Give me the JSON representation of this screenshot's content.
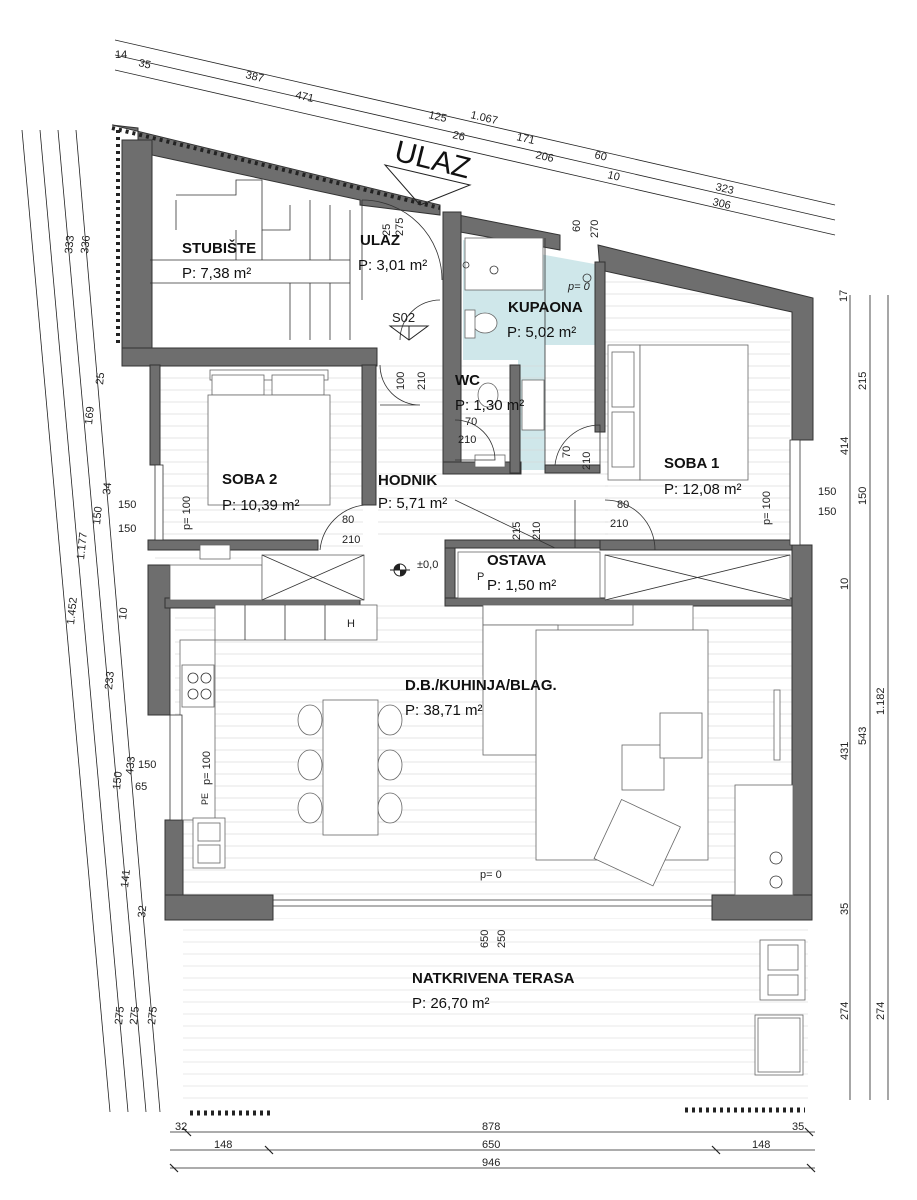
{
  "entrance_label": "ULAZ",
  "section_marker": "S02",
  "level_marker": "±0,0",
  "rooms": {
    "stubiste": {
      "name": "STUBIŠTE",
      "area": "P: 7,38 m²"
    },
    "ulaz": {
      "name": "ULAZ",
      "area": "P: 3,01 m²"
    },
    "kupaona": {
      "name": "KUPAONA",
      "area": "P: 5,02 m²"
    },
    "wc": {
      "name": "WC",
      "area": "P: 1,30 m²"
    },
    "soba2": {
      "name": "SOBA 2",
      "area": "P: 10,39 m²"
    },
    "hodnik": {
      "name": "HODNIK",
      "area": "P: 5,71 m²"
    },
    "soba1": {
      "name": "SOBA 1",
      "area": "P: 12,08 m²"
    },
    "ostava": {
      "name": "OSTAVA",
      "area": "P: 1,50 m²"
    },
    "dnevni": {
      "name": "D.B./KUHINJA/BLAG.",
      "area": "P: 38,71 m²"
    },
    "terasa": {
      "name": "NATKRIVENA TERASA",
      "area": "P: 26,70 m²"
    }
  },
  "top_dims": {
    "row1": [
      "14",
      "1.067"
    ],
    "row2": [
      "35",
      "387",
      "125",
      "26",
      "206",
      "10",
      "306"
    ],
    "row3": [
      "471",
      "171",
      "60",
      "323"
    ],
    "small": [
      "25",
      "275",
      "60",
      "270"
    ]
  },
  "left_dims": {
    "outer": [
      "336",
      "1.452",
      "275"
    ],
    "middle": [
      "333",
      "1.177",
      "275"
    ],
    "inner": [
      "25",
      "169",
      "34",
      "150",
      "10",
      "233",
      "433",
      "150",
      "141",
      "32",
      "275"
    ]
  },
  "right_dims": {
    "outer": [
      "17",
      "1.182",
      "274"
    ],
    "inner": [
      "215",
      "414",
      "150",
      "10",
      "431",
      "543",
      "35",
      "274"
    ]
  },
  "bottom_dims": {
    "row1": [
      "32",
      "878",
      "35"
    ],
    "row2": [
      "148",
      "650",
      "148"
    ],
    "row3": [
      "946"
    ]
  },
  "door_dims": {
    "ulaz_hall": [
      "100",
      "210"
    ],
    "wc": [
      "70",
      "210"
    ],
    "kupaona": [
      "70",
      "210"
    ],
    "soba1": [
      "80",
      "210"
    ],
    "soba2": [
      "80",
      "210"
    ],
    "ostava": [
      "215",
      "210"
    ],
    "terasa": [
      "650",
      "250"
    ],
    "kupaona_win": "p= 0",
    "terasa_p": "p= 0",
    "ostava_p": "P"
  },
  "windows": {
    "soba2": {
      "left": "150",
      "right": "150",
      "sill": "p= 100"
    },
    "soba1": {
      "left": "150",
      "right": "150",
      "sill": "p= 100"
    },
    "kitchen": {
      "left": "150",
      "right": "65",
      "sill": "p= 100",
      "pe": "PE"
    }
  },
  "fixtures": {
    "hood": "H"
  }
}
